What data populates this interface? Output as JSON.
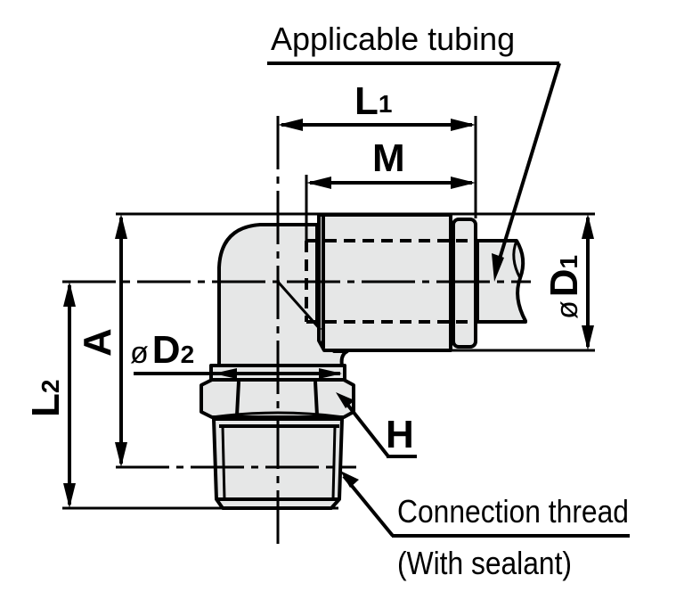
{
  "title": "Elbow union fitting dimension drawing",
  "labels": {
    "applicable_tubing": "Applicable tubing",
    "L1": {
      "main": "L",
      "sub": "1"
    },
    "M": "M",
    "D1": {
      "prefix": "ø",
      "main": "D",
      "sub": "1"
    },
    "D2": {
      "prefix": "ø",
      "main": "D",
      "sub": "2"
    },
    "A": "A",
    "L2": {
      "main": "L",
      "sub": "2"
    },
    "H": "H",
    "connection_thread": "Connection thread",
    "with_sealant": "(With sealant)"
  },
  "colors": {
    "body_fill": "#e6e7e7",
    "line": "#000000",
    "background": "#ffffff"
  }
}
